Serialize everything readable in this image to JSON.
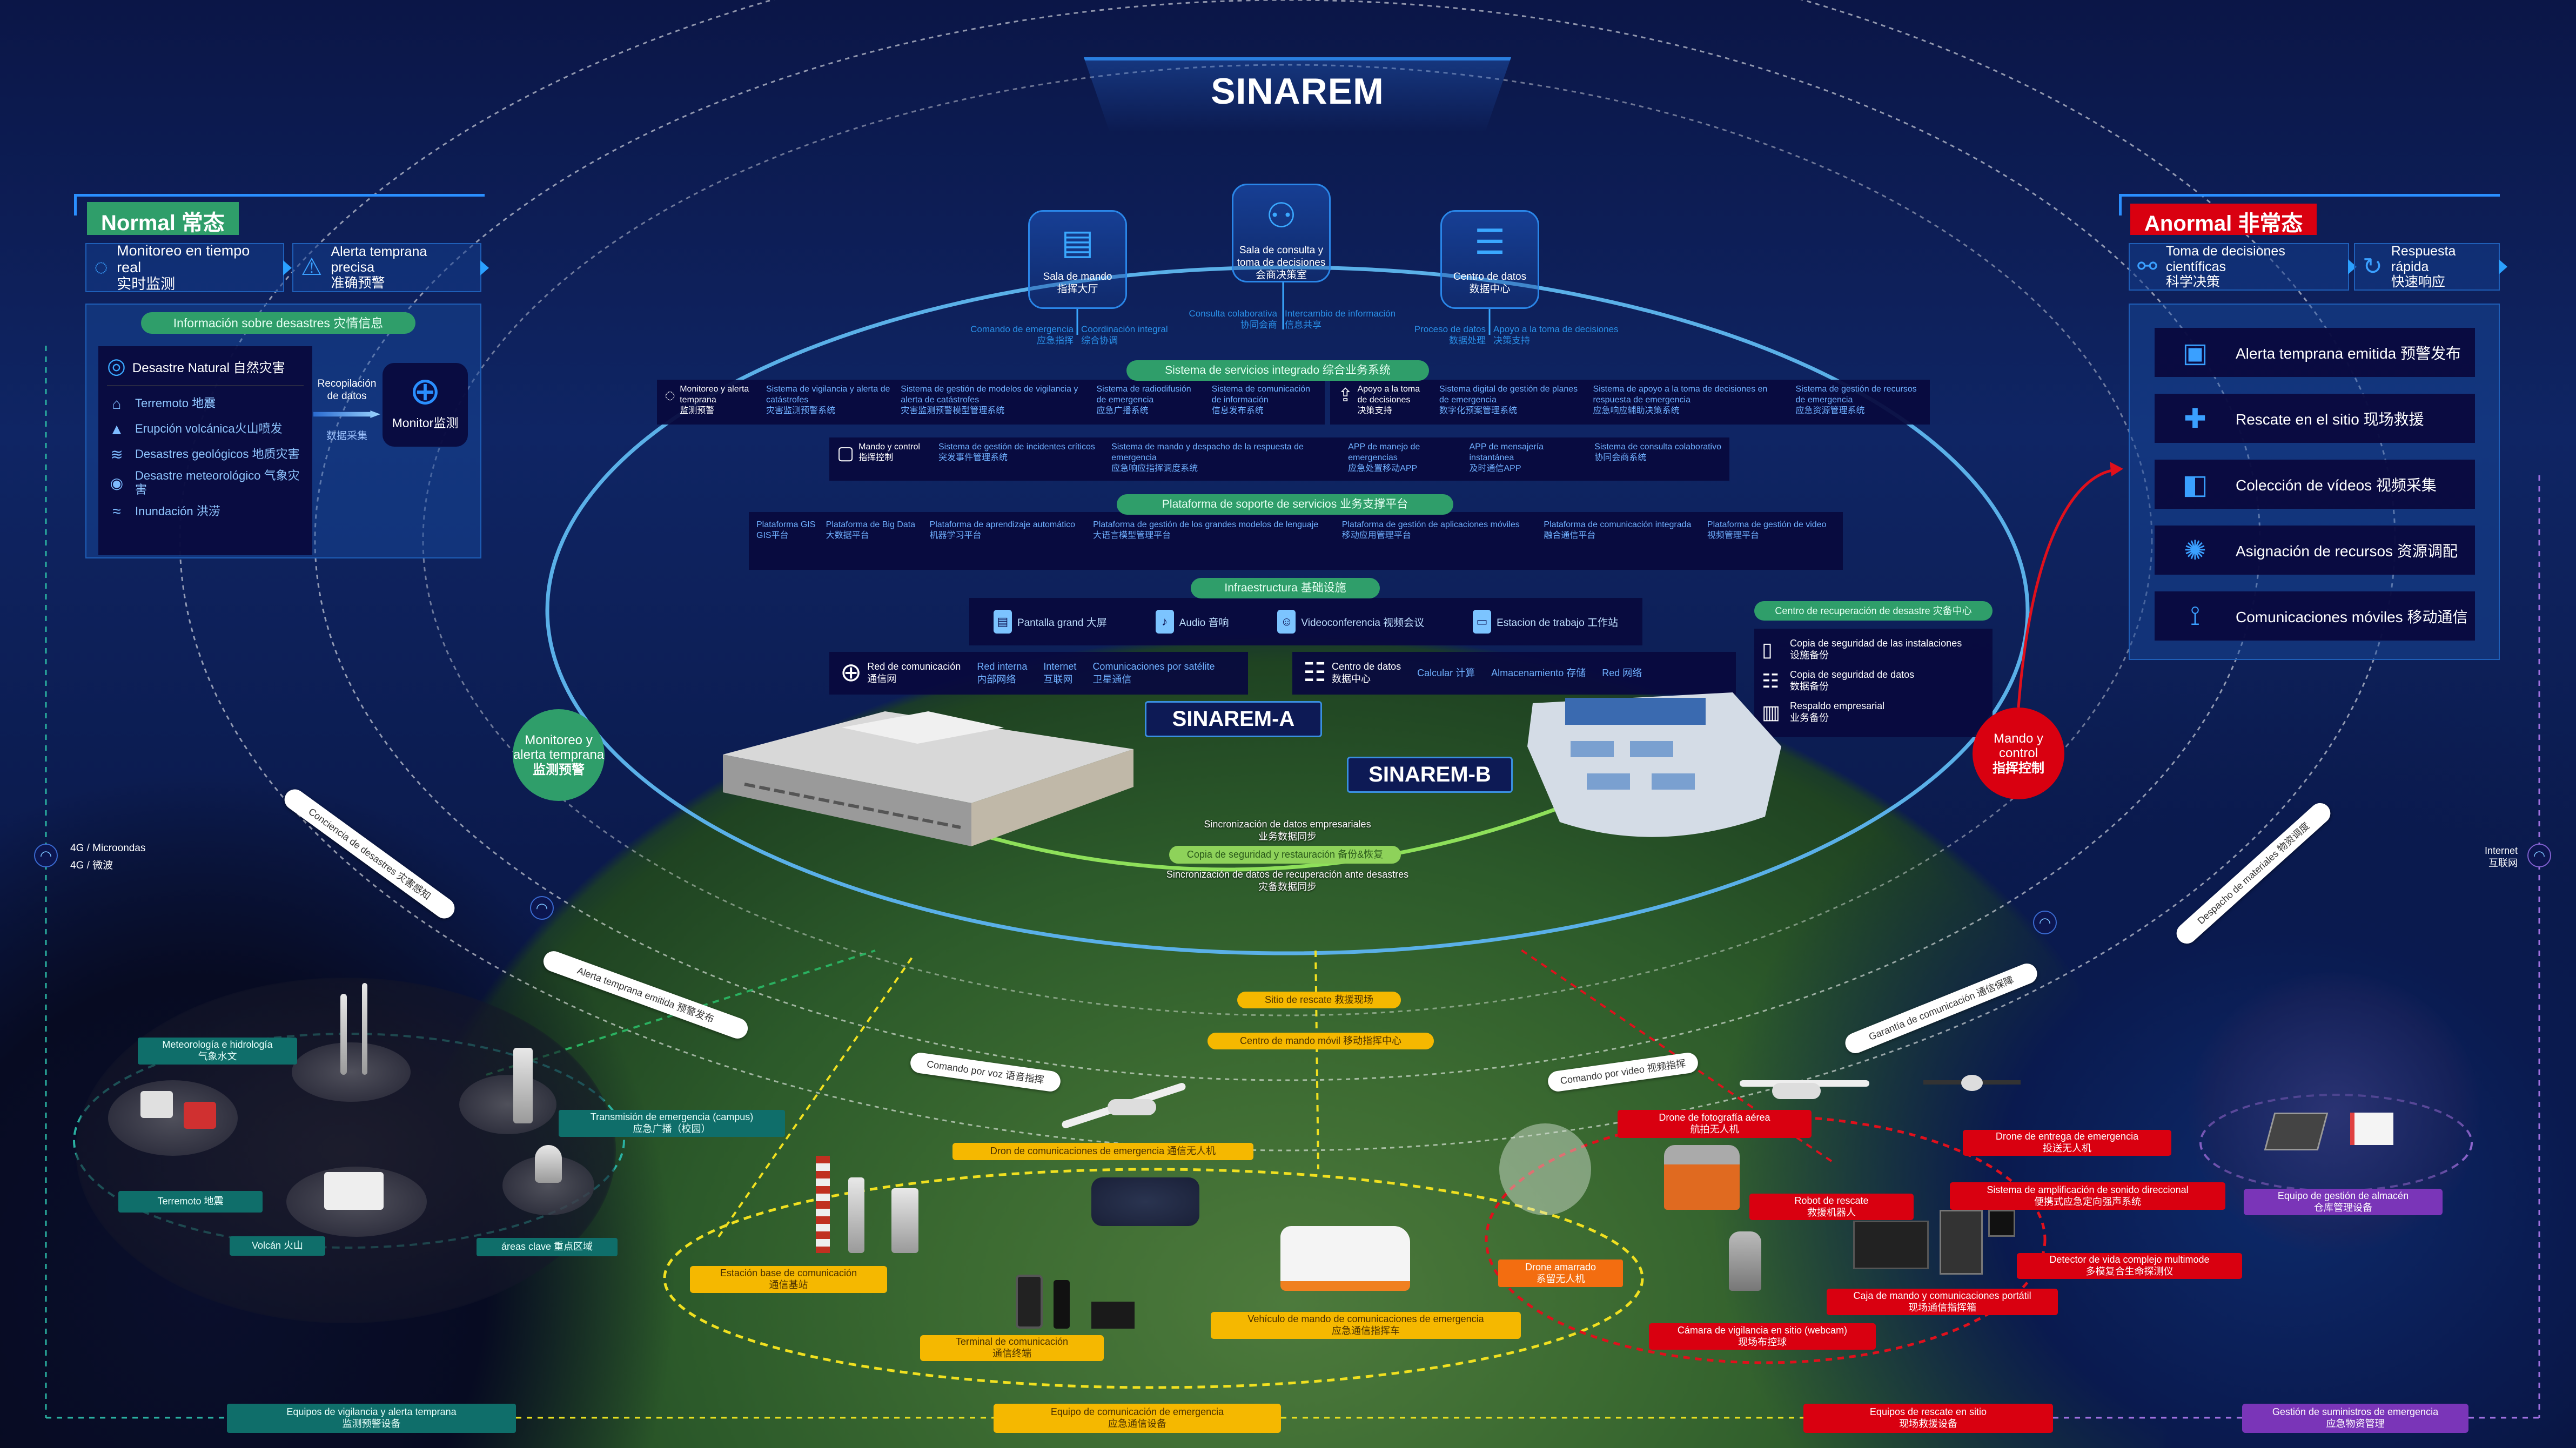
{
  "title": "SINAREM",
  "normal": {
    "badge": "Normal 常态",
    "steps": [
      {
        "es": "Monitoreo en tiempo real",
        "zh": "实时监测",
        "icon": "pulse-monitor-icon"
      },
      {
        "es": "Alerta temprana precisa",
        "zh": "准确预警",
        "icon": "alarm-light-icon"
      }
    ],
    "info_title": "Información sobre desastres  灾情信息",
    "disasters_title": "Desastre Natural 自然灾害",
    "disasters": [
      {
        "label": "Terremoto 地震",
        "icon": "earthquake-house-icon"
      },
      {
        "label": "Erupción volcánica火山喷发",
        "icon": "volcano-icon"
      },
      {
        "label": "Desastres geológicos 地质灾害",
        "icon": "landslide-icon"
      },
      {
        "label": "Desastre meteorológico 气象灾害",
        "icon": "typhoon-icon"
      },
      {
        "label": "Inundación 洪涝",
        "icon": "flood-icon"
      }
    ],
    "collect": {
      "es": "Recopilación de datos",
      "zh": "数据采集"
    },
    "monitor": "Monitor监测"
  },
  "abnormal": {
    "badge": "Anormal 非常态",
    "steps": [
      {
        "es": "Toma de decisiones científicas",
        "zh": "科学决策",
        "icon": "network-nodes-icon"
      },
      {
        "es": "Respuesta rápida",
        "zh": "快速响应",
        "icon": "fast-response-icon"
      }
    ],
    "actions": [
      {
        "label": "Alerta temprana emitida  预警发布",
        "icon": "monitor-shield-icon"
      },
      {
        "label": "Rescate en el sitio  现场救援",
        "icon": "ambulance-icon"
      },
      {
        "label": "Colección de vídeos  视频采集",
        "icon": "cctv-camera-icon"
      },
      {
        "label": "Asignación de recursos  资源调配",
        "icon": "globe-network-icon"
      },
      {
        "label": "Comunicaciones móviles  移动通信",
        "icon": "radio-tower-icon"
      }
    ]
  },
  "centers": [
    {
      "es": "Sala de mando",
      "zh": "指挥大厅",
      "icon": "command-screen-icon",
      "notes": [
        {
          "es": "Comando de emergencia",
          "zh": "应急指挥"
        },
        {
          "es": "Coordinación integral",
          "zh": "综合协调"
        }
      ]
    },
    {
      "es": "Sala de consulta y toma de decisiones",
      "zh": "会商决策室",
      "icon": "meeting-people-icon",
      "notes": [
        {
          "es": "Consulta colaborativa",
          "zh": "协同会商"
        },
        {
          "es": "Intercambio de información",
          "zh": "信息共享"
        }
      ]
    },
    {
      "es": "Centro de datos",
      "zh": "数据中心",
      "icon": "server-rack-icon",
      "notes": [
        {
          "es": "Proceso de datos",
          "zh": "数据处理"
        },
        {
          "es": "Apoyo a la toma de decisiones",
          "zh": "决策支持"
        }
      ]
    }
  ],
  "services": {
    "title": "Sistema de servicios integrado 综合业务系统",
    "groups": [
      {
        "es": "Monitoreo y alerta temprana",
        "zh": "监测预警",
        "icon": "pulse-circle-icon",
        "items": [
          {
            "es": "Sistema de vigilancia y alerta de catástrofes",
            "zh": "灾害监测预警系统"
          },
          {
            "es": "Sistema de gestión de modelos de vigilancia y alerta de catástrofes",
            "zh": "灾害监测预警模型管理系统"
          },
          {
            "es": "Sistema de radiodifusión de emergencia",
            "zh": "应急广播系统"
          },
          {
            "es": "Sistema de comunicación de información",
            "zh": "信息发布系统"
          }
        ]
      },
      {
        "es": "Apoyo a la toma de decisiones",
        "zh": "决策支持",
        "icon": "decision-upload-icon",
        "items": [
          {
            "es": "Sistema digital de gestión de planes de emergencia",
            "zh": "数字化预案管理系统"
          },
          {
            "es": "Sistema de apoyo a la toma de decisiones en respuesta de emergencia",
            "zh": "应急响应辅助决策系统"
          },
          {
            "es": "Sistema de gestión de recursos de emergencia",
            "zh": "应急资源管理系统"
          }
        ]
      },
      {
        "es": "Mando y control",
        "zh": "指挥控制",
        "icon": "control-monitor-icon",
        "items": [
          {
            "es": "Sistema de gestión de incidentes críticos",
            "zh": "突发事件管理系统"
          },
          {
            "es": "Sistema de mando y despacho de la respuesta de emergencia",
            "zh": "应急响应指挥调度系统"
          },
          {
            "es": "APP de manejo de emergencias",
            "zh": "应急处置移动APP"
          },
          {
            "es": "APP de mensajería instantánea",
            "zh": "及时通信APP"
          },
          {
            "es": "Sistema de consulta colaborativo",
            "zh": "协同会商系统"
          }
        ]
      }
    ]
  },
  "platform": {
    "title": "Plataforma de soporte de servicios 业务支撑平台",
    "items": [
      {
        "es": "Plataforma GIS",
        "zh": "GIS平台"
      },
      {
        "es": "Plataforma de Big Data",
        "zh": "大数据平台"
      },
      {
        "es": "Plataforma de aprendizaje automático",
        "zh": "机器学习平台"
      },
      {
        "es": "Plataforma de gestión de los grandes modelos de lenguaje",
        "zh": "大语言模型管理平台"
      },
      {
        "es": "Plataforma de gestión de aplicaciones móviles",
        "zh": "移动应用管理平台"
      },
      {
        "es": "Plataforma de comunicación integrada",
        "zh": "融合通信平台"
      },
      {
        "es": "Plataforma de gestión de video",
        "zh": "视频管理平台"
      }
    ]
  },
  "infra": {
    "title": "Infraestructura 基础设施",
    "items": [
      {
        "label": "Pantalla grand 大屏",
        "icon": "big-screen-icon"
      },
      {
        "label": "Audio 音响",
        "icon": "microphone-icon"
      },
      {
        "label": "Videoconferencia 视频会议",
        "icon": "video-conference-icon"
      },
      {
        "label": "Estacion de trabajo 工作站",
        "icon": "workstation-icon"
      }
    ],
    "network": {
      "es": "Red de comunicación",
      "zh": "通信网",
      "items": [
        {
          "es": "Red interna",
          "zh": "内部网络"
        },
        {
          "es": "Internet",
          "zh": "互联网"
        },
        {
          "es": "Comunicaciones por satélite",
          "zh": "卫星通信"
        }
      ]
    },
    "datacenter": {
      "es": "Centro de datos",
      "zh": "数据中心",
      "items": [
        "Calcular 计算",
        "Almacenamiento 存储",
        "Red 网络"
      ]
    }
  },
  "recovery": {
    "title": "Centro de recuperación de desastre 灾备中心",
    "items": [
      {
        "es": "Copia de seguridad de las instalaciones",
        "zh": "设施备份",
        "icon": "devices-icon"
      },
      {
        "es": "Copia de seguridad de datos",
        "zh": "数据备份",
        "icon": "database-icon"
      },
      {
        "es": "Respaldo empresarial",
        "zh": "业务备份",
        "icon": "dashboard-monitor-icon"
      }
    ]
  },
  "sites": {
    "a": "SINAREM-A",
    "b": "SINAREM-B"
  },
  "sync": {
    "business": {
      "es": "Sincronización de datos empresariales",
      "zh": "业务数据同步"
    },
    "backup": "Copia de seguridad y restauración 备份&恢复",
    "dr": {
      "es": "Sincronización de datos de recuperación ante desastres",
      "zh": "灾备数据同步"
    }
  },
  "circles": {
    "monitor": {
      "es": "Monitoreo y alerta temprana",
      "zh": "监测预警"
    },
    "command": {
      "es": "Mando y control",
      "zh": "指挥控制"
    }
  },
  "flows": [
    "Conciencia de desastres 灾害感知",
    "Alerta temprana emitida 预警发布",
    "Comando por voz 语音指挥",
    "Comando por video 视频指挥",
    "Garantía de comunicación 通信保障",
    "Despacho de materiales 物资调度"
  ],
  "links": {
    "left": {
      "es": "4G / Microondas",
      "zh": "4G / 微波"
    },
    "right": {
      "es": "Internet",
      "zh": "互联网"
    }
  },
  "field": {
    "rescue_site": "Sitio de rescate 救援现场",
    "mobile_center": "Centro de mando móvil 移动指挥中心"
  },
  "monitoring_equipment": {
    "group": {
      "es": "Equipos de vigilancia y alerta temprana",
      "zh": "监测预警设备"
    },
    "items": [
      {
        "es": "Meteorología e hidrología",
        "zh": "气象水文"
      },
      {
        "es": "Transmisión de emergencia (campus)",
        "zh": "应急广播（校园）"
      },
      {
        "es": "Terremoto 地震",
        "zh": ""
      },
      {
        "es": "Volcán 火山",
        "zh": ""
      },
      {
        "es": "áreas clave 重点区域",
        "zh": ""
      }
    ]
  },
  "comm_equipment": {
    "group": {
      "es": "Equipo de comunicación de emergencia",
      "zh": "应急通信设备"
    },
    "items": [
      {
        "es": "Dron de comunicaciones de emergencia 通信无人机",
        "zh": ""
      },
      {
        "es": "Estación base de comunicación",
        "zh": "通信基站"
      },
      {
        "es": "Terminal de comunicación",
        "zh": "通信终端"
      },
      {
        "es": "Vehículo de mando de comunicaciones de emergencia",
        "zh": "应急通信指挥车"
      },
      {
        "es": "Drone amarrado",
        "zh": "系留无人机"
      }
    ]
  },
  "rescue_equipment": {
    "group": {
      "es": "Equipos de rescate en sitio",
      "zh": "现场救援设备"
    },
    "items": [
      {
        "es": "Drone de fotografía aérea",
        "zh": "航拍无人机"
      },
      {
        "es": "Drone de entrega de emergencia",
        "zh": "投送无人机"
      },
      {
        "es": "Robot de rescate",
        "zh": "救援机器人"
      },
      {
        "es": "Sistema de amplificación de sonido direccional",
        "zh": "便携式应急定向强声系统"
      },
      {
        "es": "Detector de vida complejo multimode",
        "zh": "多模复合生命探测仪"
      },
      {
        "es": "Caja de mando y comunicaciones portátil",
        "zh": "现场通信指挥箱"
      },
      {
        "es": "Cámara de vigilancia en sitio (webcam)",
        "zh": "现场布控球"
      }
    ]
  },
  "supplies": {
    "group": {
      "es": "Gestión de suministros de emergencia",
      "zh": "应急物资管理"
    },
    "items": [
      {
        "es": "Equipo de gestión de almacén",
        "zh": "仓库管理设备"
      }
    ]
  },
  "colors": {
    "normal": "#2f9e6a",
    "abnormal": "#d90010",
    "accent": "#2a8fff",
    "comm": "#f5b800",
    "supplies": "#7a35b8",
    "monitoring": "#0f6e6a"
  }
}
